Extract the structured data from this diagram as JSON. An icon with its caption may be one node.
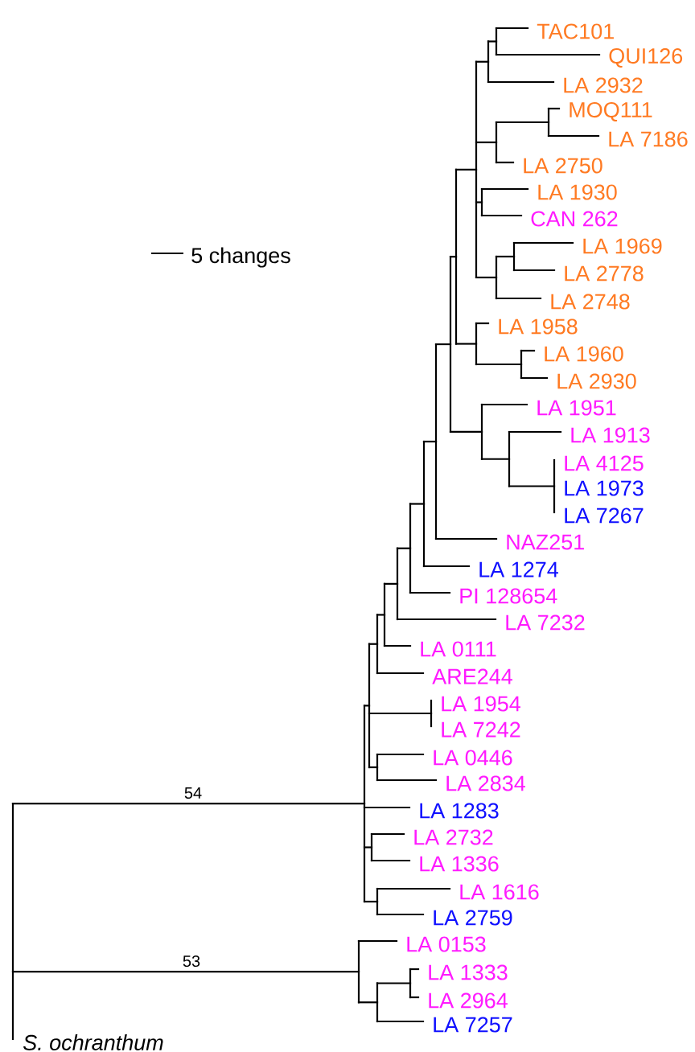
{
  "diagram": {
    "labels": [
      "TAC101",
      "QUI126",
      "LA 2932",
      "MOQ111",
      "LA 7186",
      "LA 2750",
      "LA 1930",
      "CAN 262",
      "LA 1969",
      "LA 2778",
      "LA 2748",
      "LA 1958",
      "LA 1960",
      "LA 2930",
      "LA 1951",
      "LA 1913",
      "LA 4125",
      "LA 1973",
      "LA 7267",
      "NAZ251",
      "LA 1274",
      "PI 128654",
      "LA 7232",
      "LA 0111",
      "ARE244",
      "LA 1954",
      "LA 7242",
      "LA 0446",
      "LA 2834",
      "LA 1283",
      "LA 2732",
      "LA 1336",
      "LA 1616",
      "LA 2759",
      "LA 0153",
      "LA 1333",
      "LA 2964",
      "LA 7257",
      "5 changes",
      "54",
      "53",
      "S. ochranthum"
    ]
  }
}
